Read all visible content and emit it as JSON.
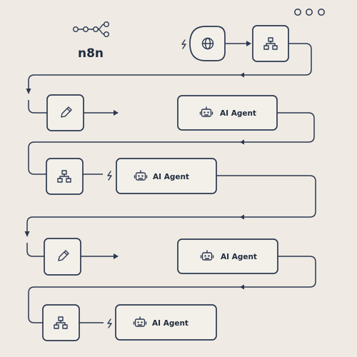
{
  "brand": {
    "name": "n8n",
    "logo_icon": "n8n-logo-icon"
  },
  "window": {
    "menu_icon": "more-dots-icon"
  },
  "rows": [
    {
      "nodes": [
        {
          "kind": "trigger",
          "icon": "globe-icon"
        },
        {
          "kind": "icon",
          "icon": "sitemap-icon"
        }
      ]
    },
    {
      "nodes": [
        {
          "kind": "icon",
          "icon": "pencil-icon"
        },
        {
          "kind": "agent",
          "icon": "robot-icon",
          "label": "AI Agent"
        }
      ]
    },
    {
      "nodes": [
        {
          "kind": "icon",
          "icon": "sitemap-icon"
        },
        {
          "kind": "agent",
          "icon": "robot-icon",
          "label": "AI Agent"
        }
      ]
    },
    {
      "nodes": [
        {
          "kind": "icon",
          "icon": "pencil-icon"
        },
        {
          "kind": "agent",
          "icon": "robot-icon",
          "label": "AI Agent"
        }
      ]
    },
    {
      "nodes": [
        {
          "kind": "icon",
          "icon": "sitemap-icon"
        },
        {
          "kind": "agent",
          "icon": "robot-icon",
          "label": "AI Agent"
        }
      ]
    }
  ],
  "colors": {
    "background": "#efebe4",
    "ink": "#2c3850",
    "node_fill": "#f3f0ea"
  }
}
